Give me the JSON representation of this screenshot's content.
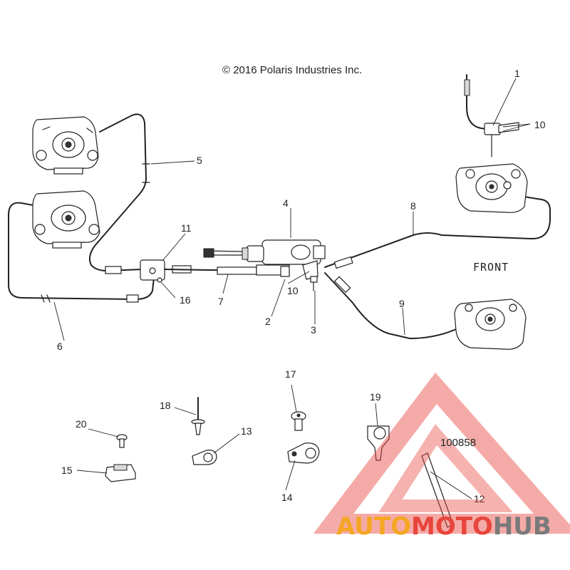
{
  "copyright": "© 2016 Polaris Industries Inc.",
  "front_label": "FRONT",
  "diagram_ref": "100858",
  "callouts": {
    "c1": "1",
    "c2": "2",
    "c3": "3",
    "c4": "4",
    "c5": "5",
    "c6": "6",
    "c7": "7",
    "c8": "8",
    "c9": "9",
    "c10a": "10",
    "c10b": "10",
    "c11": "11",
    "c12": "12",
    "c13": "13",
    "c14": "14",
    "c15": "15",
    "c16": "16",
    "c17": "17",
    "c18": "18",
    "c19": "19",
    "c20": "20"
  },
  "watermark": {
    "part1": "AUTO",
    "part2": "MOTO",
    "part3": "HUB",
    "colors": {
      "orange": "#f5a623",
      "red": "#e8453c",
      "gray": "#7a7a7a"
    }
  }
}
